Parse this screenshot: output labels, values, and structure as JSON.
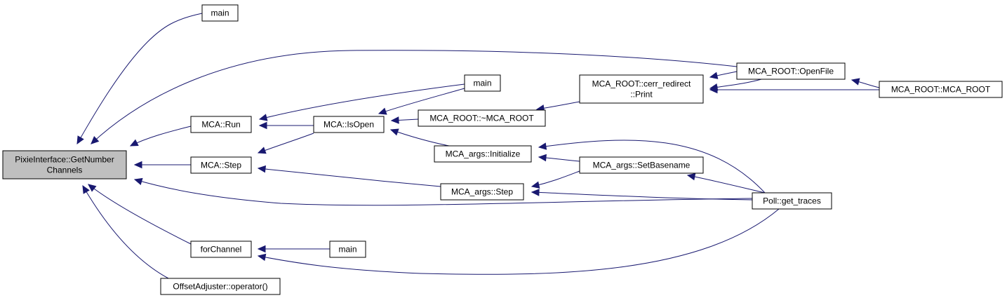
{
  "colors": {
    "edge": "#191970",
    "root_fill": "#bfbfbf",
    "node_fill": "#ffffff",
    "node_stroke": "#000000"
  },
  "nodes": [
    {
      "id": "root",
      "lines": [
        "PixieInterface::GetNumber",
        "Channels"
      ]
    },
    {
      "id": "main_top",
      "lines": [
        "main"
      ]
    },
    {
      "id": "mca_run",
      "lines": [
        "MCA::Run"
      ]
    },
    {
      "id": "mca_step",
      "lines": [
        "MCA::Step"
      ]
    },
    {
      "id": "forchannel",
      "lines": [
        "forChannel"
      ]
    },
    {
      "id": "offsetadjuster",
      "lines": [
        "OffsetAdjuster::operator()"
      ]
    },
    {
      "id": "main_mid",
      "lines": [
        "main"
      ]
    },
    {
      "id": "mca_isopen",
      "lines": [
        "MCA::IsOpen"
      ]
    },
    {
      "id": "main_bottom",
      "lines": [
        "main"
      ]
    },
    {
      "id": "mca_root_dtor",
      "lines": [
        "MCA_ROOT::~MCA_ROOT"
      ]
    },
    {
      "id": "mca_args_initialize",
      "lines": [
        "MCA_args::Initialize"
      ]
    },
    {
      "id": "mca_args_step",
      "lines": [
        "MCA_args::Step"
      ]
    },
    {
      "id": "cerr_print",
      "lines": [
        "MCA_ROOT::cerr_redirect",
        "::Print"
      ]
    },
    {
      "id": "mca_args_setbasename",
      "lines": [
        "MCA_args::SetBasename"
      ]
    },
    {
      "id": "mca_root_openfile",
      "lines": [
        "MCA_ROOT::OpenFile"
      ]
    },
    {
      "id": "poll_get_traces",
      "lines": [
        "Poll::get_traces"
      ]
    },
    {
      "id": "mca_root_ctor",
      "lines": [
        "MCA_ROOT::MCA_ROOT"
      ]
    }
  ]
}
